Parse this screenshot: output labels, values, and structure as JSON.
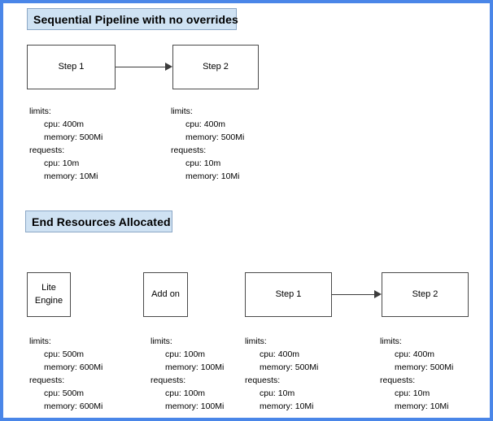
{
  "diagram": {
    "frame_color": "#4a86e8",
    "banner_fill": "#cfe2f3",
    "banner_border": "#8ba7c6",
    "node_border": "#4a4a4a",
    "arrow_color": "#3c3c3c"
  },
  "sections": [
    {
      "title": "Sequential Pipeline with no overrides",
      "nodes": [
        {
          "label_line1": "Step 1",
          "label_line2": ""
        },
        {
          "label_line1": "Step 2",
          "label_line2": ""
        }
      ],
      "specs": [
        {
          "limits_label": "limits:",
          "limits_cpu": "cpu: 400m",
          "limits_memory": "memory: 500Mi",
          "requests_label": "requests:",
          "requests_cpu": "cpu: 10m",
          "requests_memory": "memory: 10Mi"
        },
        {
          "limits_label": "limits:",
          "limits_cpu": "cpu: 400m",
          "limits_memory": "memory: 500Mi",
          "requests_label": "requests:",
          "requests_cpu": "cpu: 10m",
          "requests_memory": "memory: 10Mi"
        }
      ]
    },
    {
      "title": "End Resources Allocated",
      "nodes": [
        {
          "label_line1": "Lite",
          "label_line2": "Engine"
        },
        {
          "label_line1": "Add on",
          "label_line2": ""
        },
        {
          "label_line1": "Step 1",
          "label_line2": ""
        },
        {
          "label_line1": "Step 2",
          "label_line2": ""
        }
      ],
      "specs": [
        {
          "limits_label": "limits:",
          "limits_cpu": "cpu: 500m",
          "limits_memory": "memory: 600Mi",
          "requests_label": "requests:",
          "requests_cpu": "cpu: 500m",
          "requests_memory": "memory: 600Mi"
        },
        {
          "limits_label": "limits:",
          "limits_cpu": "cpu: 100m",
          "limits_memory": "memory: 100Mi",
          "requests_label": "requests:",
          "requests_cpu": "cpu: 100m",
          "requests_memory": "memory: 100Mi"
        },
        {
          "limits_label": "limits:",
          "limits_cpu": "cpu: 400m",
          "limits_memory": "memory: 500Mi",
          "requests_label": "requests:",
          "requests_cpu": "cpu: 10m",
          "requests_memory": "memory: 10Mi"
        },
        {
          "limits_label": "limits:",
          "limits_cpu": "cpu: 400m",
          "limits_memory": "memory: 500Mi",
          "requests_label": "requests:",
          "requests_cpu": "cpu: 10m",
          "requests_memory": "memory: 10Mi"
        }
      ]
    }
  ]
}
